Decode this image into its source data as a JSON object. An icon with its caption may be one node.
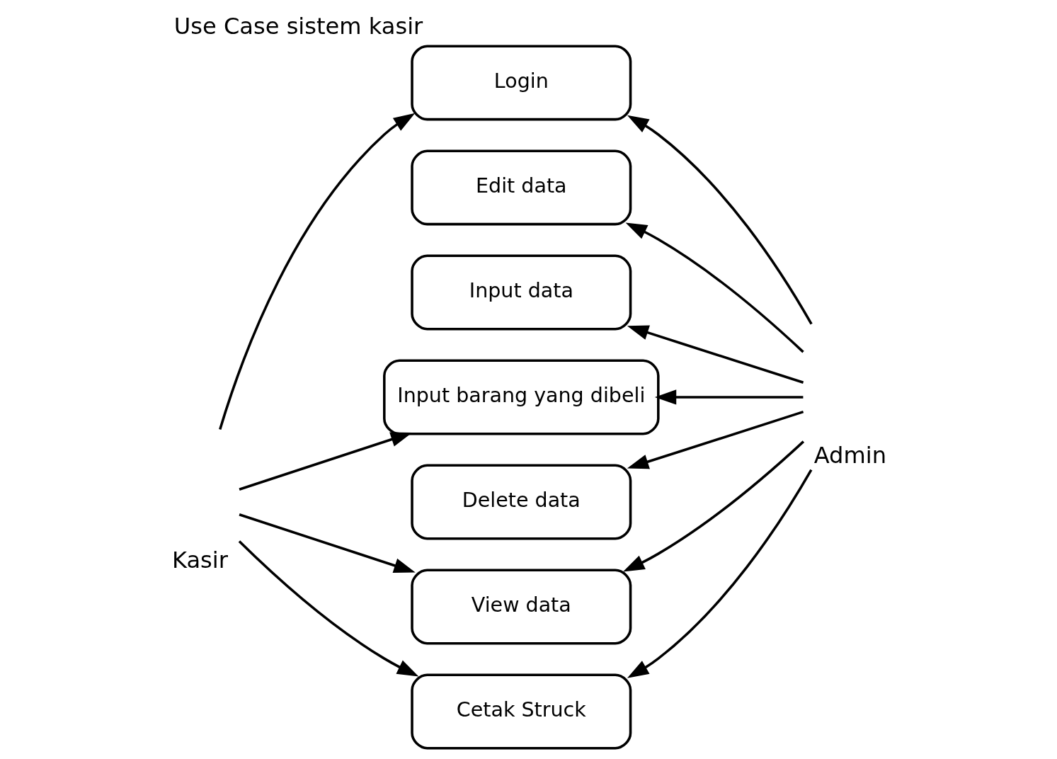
{
  "diagram": {
    "title": "Use Case sistem kasir",
    "nodes": [
      {
        "text": [
          "Kasir"
        ]
      },
      {
        "text": [
          "Login"
        ]
      },
      {
        "text": [
          "Edit data"
        ]
      },
      {
        "text": [
          "Input data"
        ]
      },
      {
        "text": [
          "Input barang yang dibeli"
        ]
      },
      {
        "text": [
          "Delete data"
        ]
      },
      {
        "text": [
          "View data"
        ]
      },
      {
        "text": [
          "Cetak Struck"
        ]
      },
      {
        "text": [
          "Admin"
        ]
      }
    ],
    "edges": [
      {
        "from": 0,
        "to": 1,
        "arrow": "to"
      },
      {
        "from": 0,
        "to": 4,
        "arrow": "to"
      },
      {
        "from": 0,
        "to": 6,
        "arrow": "to"
      },
      {
        "from": 0,
        "to": 7,
        "arrow": "to"
      },
      {
        "from": 8,
        "to": 1,
        "arrow": "to"
      },
      {
        "from": 8,
        "to": 2,
        "arrow": "to"
      },
      {
        "from": 8,
        "to": 3,
        "arrow": "to"
      },
      {
        "from": 8,
        "to": 4,
        "arrow": "to"
      },
      {
        "from": 8,
        "to": 5,
        "arrow": "to"
      },
      {
        "from": 8,
        "to": 6,
        "arrow": "to"
      },
      {
        "from": 8,
        "to": 7,
        "arrow": "to"
      }
    ]
  }
}
